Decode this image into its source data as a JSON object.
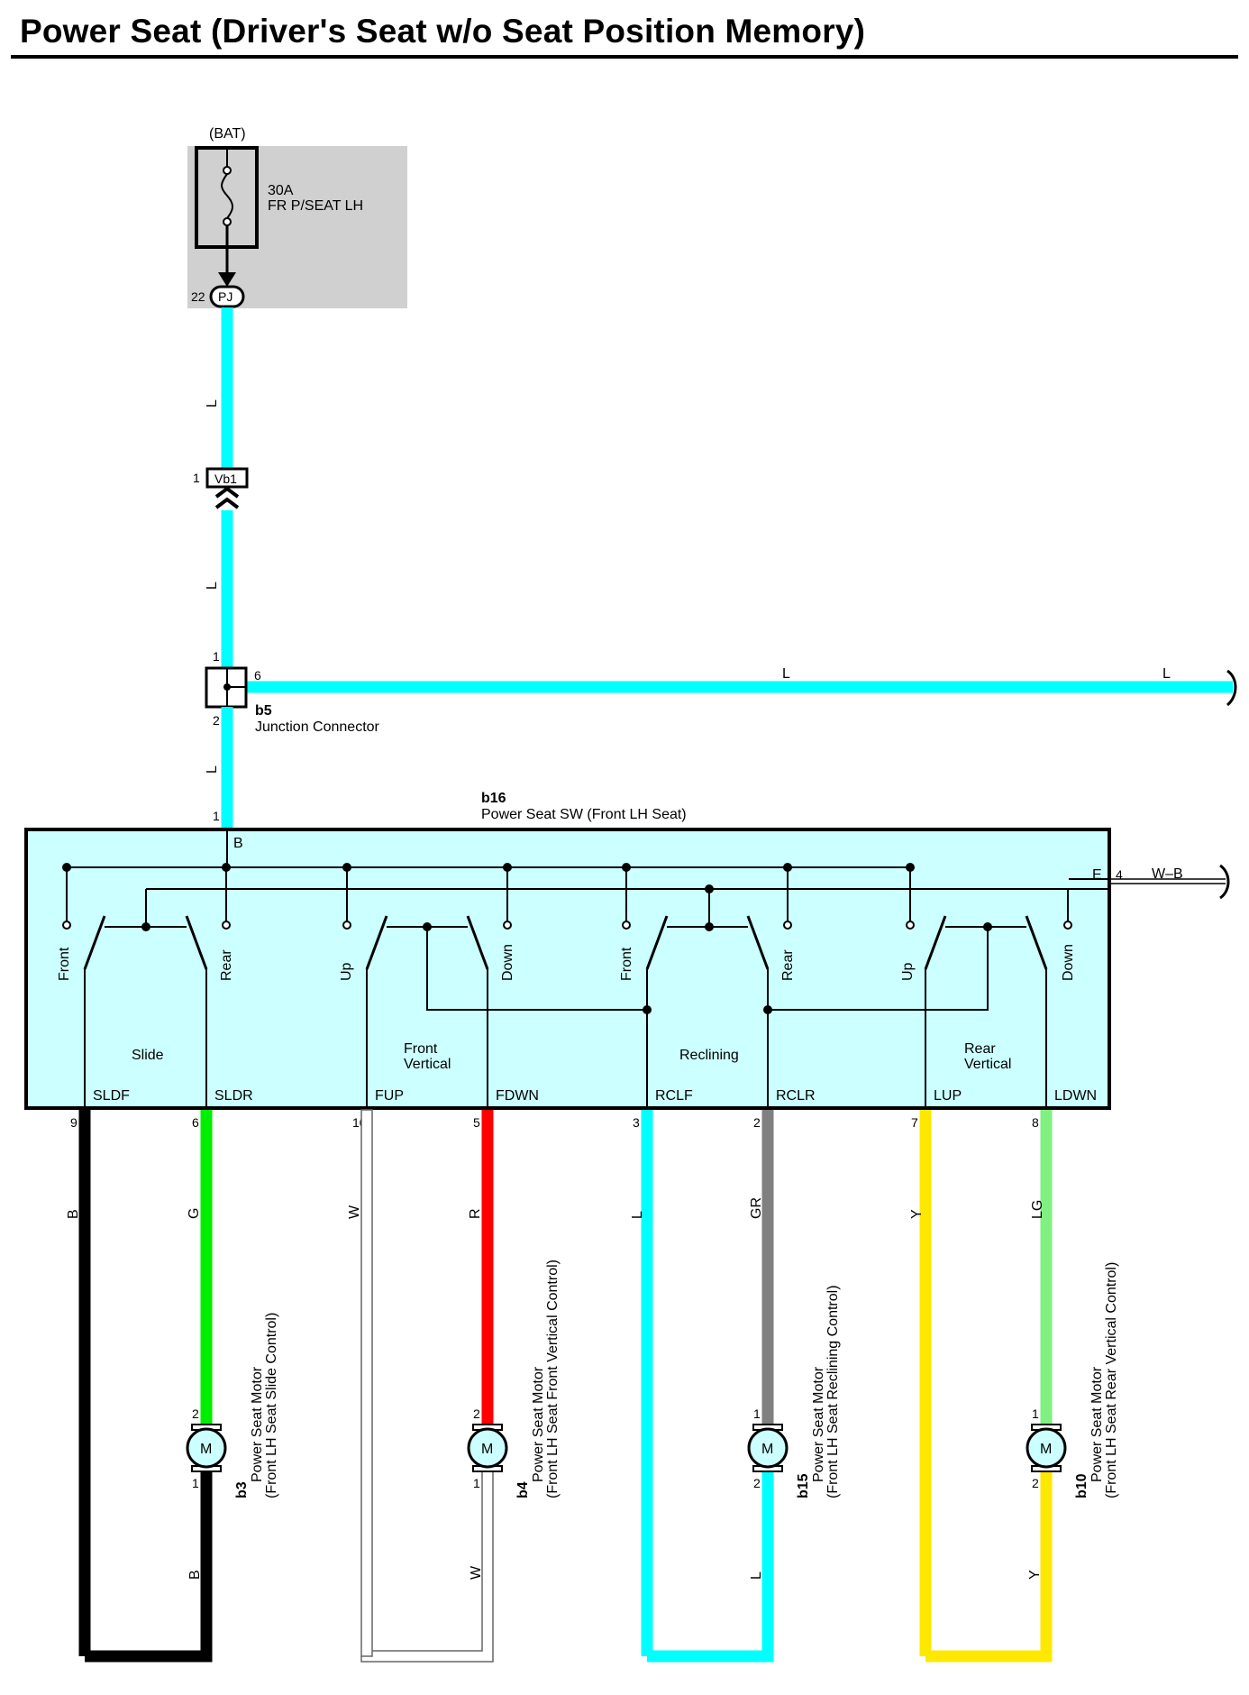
{
  "title": "Power Seat (Driver's Seat w/o Seat Position Memory)",
  "colors": {
    "L": "#00ffff",
    "B": "#000000",
    "G": "#00ee00",
    "W": "#ffffff",
    "R": "#ff0000",
    "GR": "#808080",
    "Y": "#ffe800",
    "LG": "#80f080",
    "switch_box_fill": "#ccffff",
    "fuse_box_fill": "#d0d0d0"
  },
  "power": {
    "source": "(BAT)",
    "fuse_rating": "30A",
    "fuse_name": "FR P/SEAT LH",
    "connector": "PJ",
    "connector_pin": "22"
  },
  "connectors": {
    "vb1": {
      "name": "Vb1",
      "pin": "1"
    },
    "junction": {
      "code": "b5",
      "name": "Junction Connector",
      "pin_top": "1",
      "pin_bottom": "2",
      "pin_right": "6"
    }
  },
  "wire_labels": {
    "feed_1": "L",
    "feed_2": "L",
    "feed_3": "L",
    "branch_1": "L",
    "branch_2": "L",
    "ground": "W–B"
  },
  "switch": {
    "code": "b16",
    "name": "Power Seat SW (Front LH Seat)",
    "b_pin": "1",
    "b_terminal": "B",
    "e_terminal": "E",
    "e_pin": "4",
    "groups": [
      "Slide",
      "Front Vertical",
      "Reclining",
      "Rear Vertical"
    ],
    "positions": [
      "Front",
      "Rear",
      "Up",
      "Down",
      "Front",
      "Rear",
      "Up",
      "Down"
    ],
    "terminals": [
      "SLDF",
      "SLDR",
      "FUP",
      "FDWN",
      "RCLF",
      "RCLR",
      "LUP",
      "LDWN"
    ],
    "pins": [
      "9",
      "6",
      "10",
      "5",
      "3",
      "2",
      "7",
      "8"
    ],
    "wire_colors": [
      "B",
      "G",
      "W",
      "R",
      "L",
      "GR",
      "Y",
      "LG"
    ]
  },
  "motors": [
    {
      "code": "b3",
      "name": "Power Seat Motor",
      "detail": "(Front LH Seat Slide Control)",
      "symbol": "M",
      "top_pin": "2",
      "bottom_pin": "1",
      "return_color": "B"
    },
    {
      "code": "b4",
      "name": "Power Seat Motor",
      "detail": "(Front LH Seat Front Vertical Control)",
      "symbol": "M",
      "top_pin": "2",
      "bottom_pin": "1",
      "return_color": "W"
    },
    {
      "code": "b15",
      "name": "Power Seat Motor",
      "detail": "(Front LH Seat Reclining Control)",
      "symbol": "M",
      "top_pin": "1",
      "bottom_pin": "2",
      "return_color": "L"
    },
    {
      "code": "b10",
      "name": "Power Seat Motor",
      "detail": "(Front LH Seat Rear Vertical Control)",
      "symbol": "M",
      "top_pin": "1",
      "bottom_pin": "2",
      "return_color": "Y"
    }
  ]
}
